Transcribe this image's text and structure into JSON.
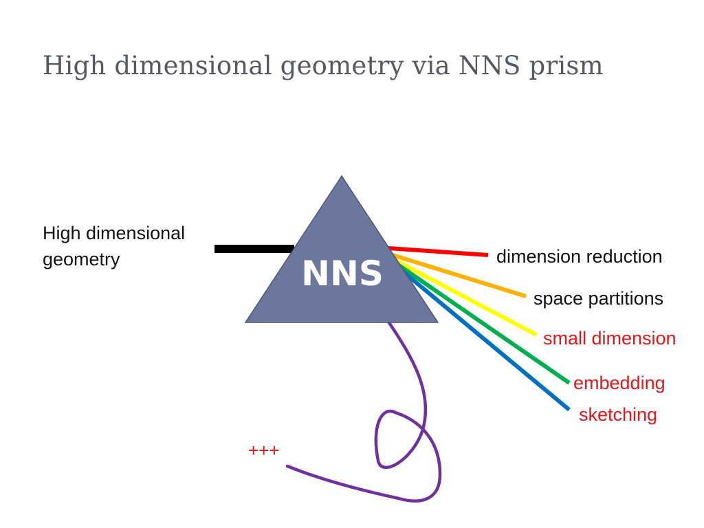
{
  "title": "High dimensional geometry via NNS prism",
  "prism": {
    "label": "NNS",
    "fill": "#6c779d",
    "stroke": "#4d5578"
  },
  "input": {
    "label_line1": "High dimensional",
    "label_line2": "geometry",
    "beam_color": "#000000"
  },
  "outputs": [
    {
      "label": "dimension reduction",
      "color": "#ff0000",
      "text_color": "#111111"
    },
    {
      "label": "space partitions",
      "color": "#ffb000",
      "text_color": "#111111"
    },
    {
      "label": "small dimension",
      "color": "#ffff00",
      "text_color": "#e8141a"
    },
    {
      "label": "embedding",
      "color": "#00b050",
      "text_color": "#e8141a"
    },
    {
      "label": "sketching",
      "color": "#0070c0",
      "text_color": "#e8141a"
    }
  ],
  "extra": {
    "label": "+++",
    "color": "#7030a0",
    "text_color": "#e8141a"
  }
}
